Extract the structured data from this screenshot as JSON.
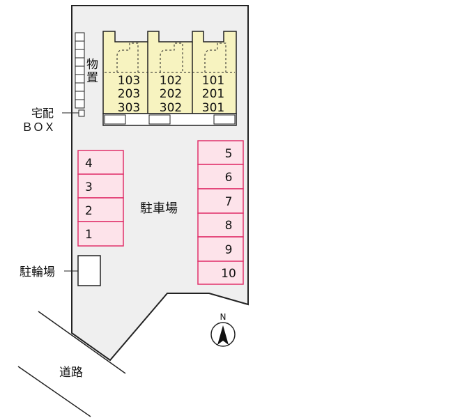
{
  "units": {
    "labels": [
      [
        "103",
        "203",
        "303"
      ],
      [
        "102",
        "202",
        "302"
      ],
      [
        "101",
        "201",
        "301"
      ]
    ]
  },
  "storage": {
    "label_chars": [
      "物",
      "置"
    ]
  },
  "delivery_box": {
    "label_line1": "宅配",
    "label_line2": "ＢＯＸ"
  },
  "parking": {
    "label": "駐車場",
    "left_spaces": [
      "4",
      "3",
      "2",
      "1"
    ],
    "right_spaces": [
      "5",
      "6",
      "7",
      "8",
      "9",
      "10"
    ]
  },
  "bicycle_parking": {
    "label": "駐輪場"
  },
  "road": {
    "label": "道路"
  },
  "compass": {
    "north_label": "N"
  },
  "colors": {
    "lot": "#efefef",
    "building": "#f7f3c0",
    "parking_fill": "#fde3ea",
    "parking_stroke": "#e0306a",
    "outline": "#222222"
  }
}
